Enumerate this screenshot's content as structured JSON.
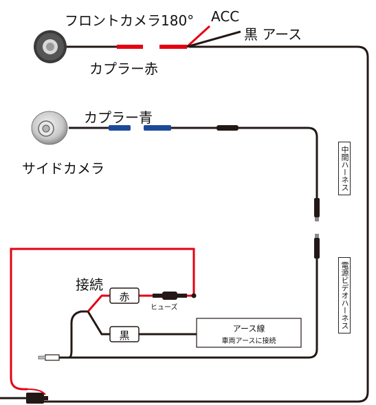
{
  "labels": {
    "front_camera": "フロントカメラ180°",
    "acc": "ACC",
    "ground_black": "黒 アース",
    "coupler_red": "カプラー赤",
    "coupler_blue": "カプラー青",
    "side_camera": "サイドカメラ",
    "middle_harness": "中間ハーネス",
    "power_video_harness": "電源ビデオハーネス",
    "connection": "接続",
    "red": "赤",
    "black": "黒",
    "fuse": "ヒューズ",
    "ground_wire": "アース線",
    "ground_wire_note": "車両アースに接続"
  },
  "colors": {
    "cable": "#231815",
    "red_wire": "#e60012",
    "blue_coupler": "#1d4a96"
  },
  "icons": [
    "front-camera-icon",
    "side-camera-icon",
    "fuse-icon",
    "rca-plug-icon",
    "power-connector-icon"
  ]
}
